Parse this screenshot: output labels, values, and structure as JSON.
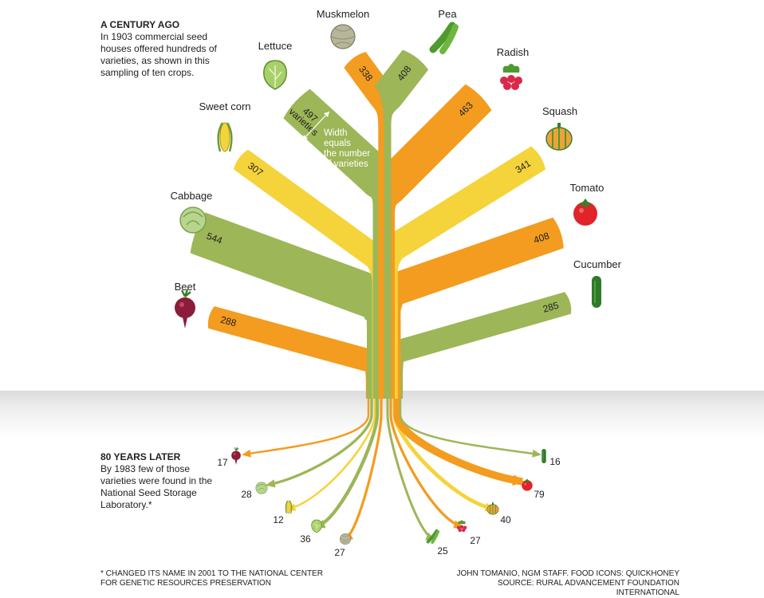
{
  "top_note": {
    "title": "A CENTURY AGO",
    "text": "In 1903 commercial seed houses offered hundreds of varieties, as shown in this sampling of ten crops."
  },
  "bottom_note": {
    "title": "80 YEARS LATER",
    "text": "By 1983 few of those varieties were found in the National Seed Storage Laboratory.*"
  },
  "width_note": {
    "label": [
      "Width",
      "equals",
      "the number",
      "of varieties"
    ]
  },
  "footnote": "* CHANGED ITS NAME IN 2001 TO THE NATIONAL CENTER FOR GENETIC RESOURCES PRESERVATION",
  "credits": {
    "staff": "JOHN TOMANIO, NGM STAFF. FOOD ICONS: QUICKHONEY",
    "source": "SOURCE: RURAL ADVANCEMENT FOUNDATION INTERNATIONAL"
  },
  "colors": {
    "green": "#9db657",
    "orange": "#f39c1f",
    "yellow": "#f5d33a",
    "ground": "#e4e4e4"
  },
  "chart_data": {
    "type": "bar",
    "categories": [
      "Beet",
      "Cabbage",
      "Sweet corn",
      "Lettuce",
      "Muskmelon",
      "Pea",
      "Radish",
      "Squash",
      "Tomato",
      "Cucumber"
    ],
    "series": [
      {
        "name": "1903",
        "values": [
          288,
          544,
          307,
          497,
          338,
          408,
          463,
          341,
          408,
          285
        ]
      },
      {
        "name": "1983",
        "values": [
          17,
          28,
          12,
          36,
          27,
          25,
          27,
          40,
          79,
          16
        ]
      }
    ],
    "value_labels_1903": [
      "288",
      "544",
      "307",
      "497",
      "338",
      "408",
      "463",
      "341",
      "408",
      "285"
    ],
    "value_labels_1983": [
      "17",
      "28",
      "12",
      "36",
      "27",
      "25",
      "27",
      "40",
      "79",
      "16"
    ],
    "unit_label": "varieties",
    "crop_colors": [
      "orange",
      "green",
      "yellow",
      "green",
      "orange",
      "green",
      "orange",
      "yellow",
      "orange",
      "green"
    ],
    "icons": [
      "beet-icon",
      "cabbage-icon",
      "sweet-corn-icon",
      "lettuce-icon",
      "muskmelon-icon",
      "pea-icon",
      "radish-icon",
      "squash-icon",
      "tomato-icon",
      "cucumber-icon"
    ]
  }
}
